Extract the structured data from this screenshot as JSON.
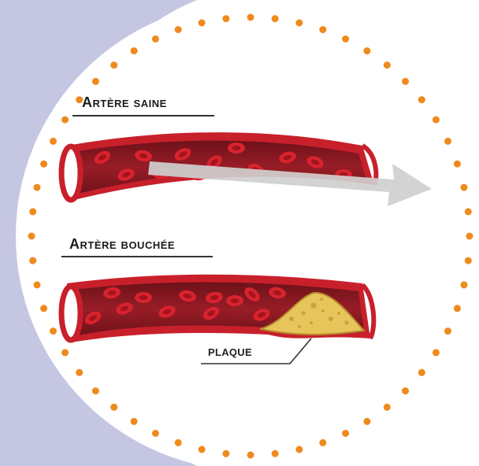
{
  "labels": {
    "healthy_artery": "Artère saine",
    "blocked_artery": "Artère bouchée",
    "plaque": "Plaque"
  },
  "colors": {
    "background_panel": "#c5c6e2",
    "dotted_circle": "#ef8a1c",
    "artery_outer": "#c8202b",
    "artery_inner": "#8c1a22",
    "red_blood_cell": "#d8232e",
    "red_blood_cell_center": "#a3141c",
    "flow_arrow": "#cfcfcf",
    "plaque_fill": "#e7c55a",
    "plaque_outline": "#b58a2a",
    "label_text": "#1a1a1a"
  },
  "icons": [
    "flow-arrow-icon",
    "red-blood-cell-icon",
    "plaque-deposit-icon"
  ]
}
